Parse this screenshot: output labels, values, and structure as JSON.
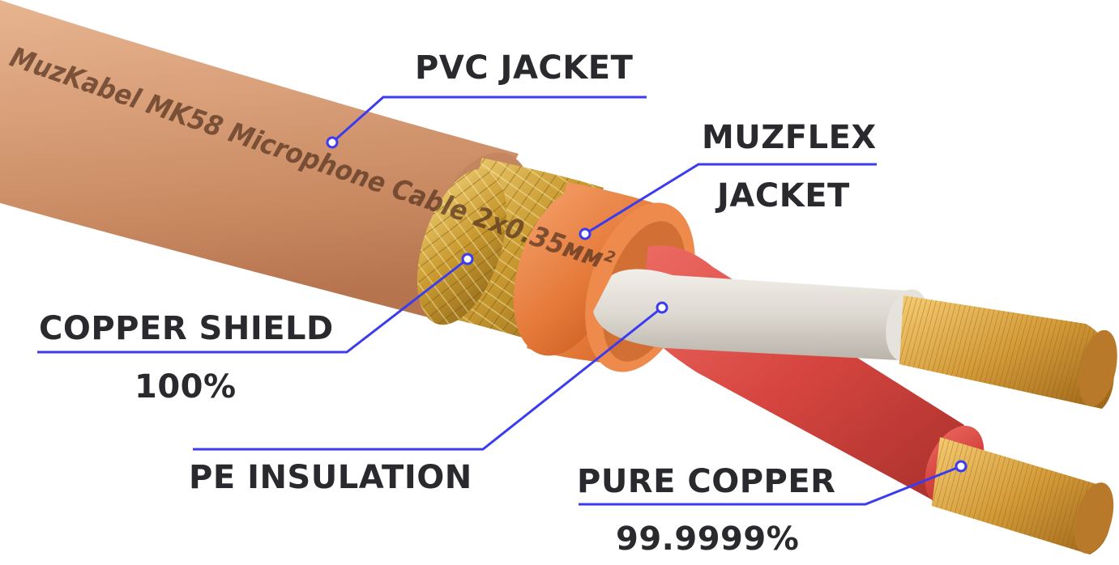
{
  "cable_print": "MuzKabel MK58 Microphone Cable 2x0.35мм²",
  "labels": {
    "pvc_jacket": "PVC JACKET",
    "muzflex_line1": "MUZFLEX",
    "muzflex_line2": "JACKET",
    "copper_shield": "COPPER SHIELD",
    "copper_shield_pct": "100%",
    "pe_insulation": "PE INSULATION",
    "pure_copper": "PURE COPPER",
    "pure_copper_pct": "99.9999%"
  },
  "colors": {
    "leader": "#3b3bf0",
    "label_text": "#2a2a2e",
    "jacket": "#d49a72",
    "shield": "#c9a23a",
    "inner_jacket": "#e8803f",
    "white_core": "#e6e2dc",
    "red_core": "#d84a45",
    "copper": "#d9a142"
  }
}
